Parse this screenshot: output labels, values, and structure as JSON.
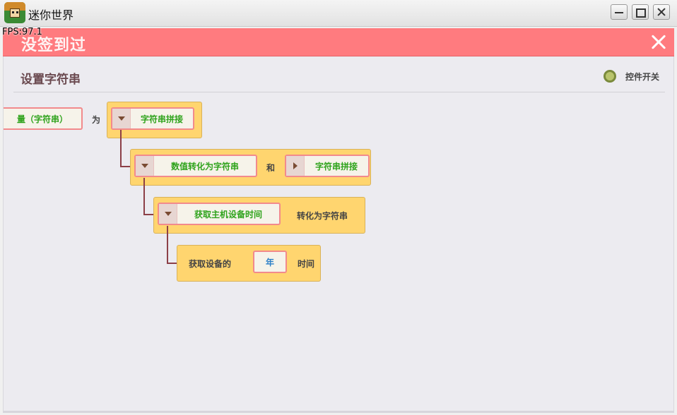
{
  "window": {
    "title": "迷你世界"
  },
  "fps": "FPS:97.1",
  "banner": {
    "title": "没签到过"
  },
  "panel": {
    "title": "设置字符串",
    "toggle_label": "控件开关"
  },
  "blocks": {
    "var_slot": "量（字符串）",
    "for_label": "为",
    "concat1": "字符串拼接",
    "num_to_str": "数值转化为字符串",
    "and_label": "和",
    "concat2": "字符串拼接",
    "get_host_time": "获取主机设备时间",
    "to_str_label": "转化为字符串",
    "get_device_label": "获取设备的",
    "year": "年",
    "time_label": "时间"
  }
}
